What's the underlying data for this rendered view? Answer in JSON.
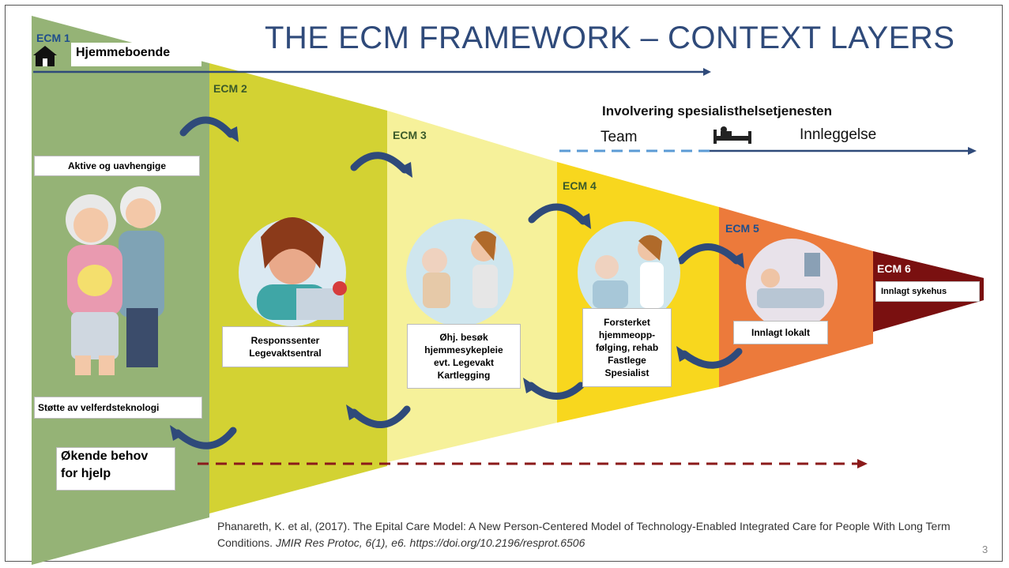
{
  "title": "THE ECM FRAMEWORK – CONTEXT LAYERS",
  "layers": [
    {
      "label": "ECM 1",
      "color": "#95b376",
      "label_color": "#1f4e8c"
    },
    {
      "label": "ECM 2",
      "color": "#d3d233",
      "label_color": "#3b5a2a"
    },
    {
      "label": "ECM 3",
      "color": "#f6f19a",
      "label_color": "#3b5a2a"
    },
    {
      "label": "ECM 4",
      "color": "#f8d71e",
      "label_color": "#3b5a2a"
    },
    {
      "label": "ECM 5",
      "color": "#ec7a3b",
      "label_color": "#1f4e8c"
    },
    {
      "label": "ECM 6",
      "color": "#7a1010",
      "label_color": "#ffffff"
    }
  ],
  "top_row": {
    "home_label": "Hjemmeboende",
    "home_icon": "house-icon",
    "specialist_heading": "Involvering spesialisthelsetjenesten",
    "team_label": "Team",
    "admission_label": "Innleggelse",
    "bed_icon": "hospital-bed-icon"
  },
  "boxes": {
    "active": "Aktive og uavhengige",
    "welfare_tech": "Støtte av velferdsteknologi",
    "increasing_need": [
      "Økende behov",
      "for hjelp"
    ],
    "response_center": [
      "Responssenter",
      "Legevaktsentral"
    ],
    "emergency_visit": [
      "Øhj. besøk",
      "hjemmesykepleie",
      "evt. Legevakt",
      "Kartlegging"
    ],
    "reinforced": [
      "Forsterket",
      "hjemmeopp-",
      "følging, rehab",
      "Fastlege",
      "Spesialist"
    ],
    "local_admission": "Innlagt lokalt",
    "hospital": "Innlagt sykehus"
  },
  "citation": {
    "plain": "Phanareth, K. et al, (2017). The Epital Care Model: A New Person-Centered Model of Technology-Enabled Integrated Care for People With Long Term Conditions. ",
    "italic": "JMIR Res Protoc, 6(1), e6. https://doi.org/10.2196/resprot.6506"
  },
  "page_number": "3",
  "colors": {
    "arrow": "#2f4a7a",
    "dashed_red": "#8b1a1a",
    "dashed_blue": "#5b9bd5",
    "title": "#2f4a7a"
  }
}
